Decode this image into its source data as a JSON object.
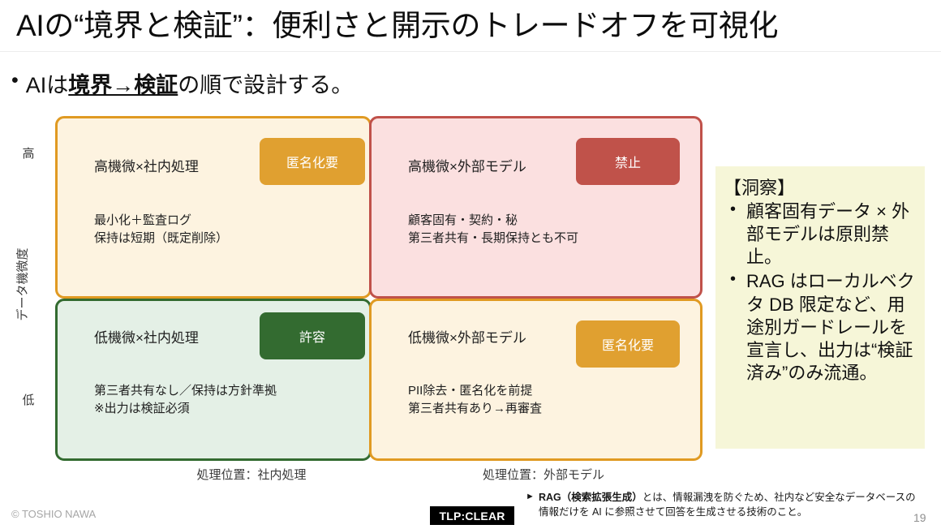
{
  "slide": {
    "title": "AIの“境界と検証”：便利さと開示のトレードオフを可視化",
    "page_number": "19"
  },
  "subtitle": {
    "bullet_glyph": "•",
    "prefix": "AIは",
    "emphasis": "境界→検証",
    "suffix": "の順で設計する。"
  },
  "axes": {
    "y_high": "高",
    "y_low": "低",
    "y_title": "データ機微度",
    "x_left": "処理位置：社内処理",
    "x_right": "処理位置：外部モデル"
  },
  "quadrants": [
    {
      "id": "top-left",
      "title": "高機微×社内処理",
      "description": "最小化＋監査ログ\n保持は短期（既定削除）",
      "badge_label": "匿名化要",
      "badge_color": "#e0a030",
      "border_color": "#e09a22",
      "fill_color": "#fdf3e0"
    },
    {
      "id": "top-right",
      "title": "高機微×外部モデル",
      "description": "顧客固有・契約・秘\n第三者共有・長期保持とも不可",
      "badge_label": "禁止",
      "badge_color": "#c0524a",
      "border_color": "#c0514a",
      "fill_color": "#fbe0e0"
    },
    {
      "id": "bottom-left",
      "title": "低機微×社内処理",
      "description": "第三者共有なし／保持は方針準拠\n※出力は検証必須",
      "badge_label": "許容",
      "badge_color": "#336b30",
      "border_color": "#336b30",
      "fill_color": "#e4f0e6"
    },
    {
      "id": "bottom-right",
      "title": "低機微×外部モデル",
      "description": "PII除去・匿名化を前提\n第三者共有あり→再審査",
      "badge_label": "匿名化要",
      "badge_color": "#e0a030",
      "border_color": "#e09a22",
      "fill_color": "#fdf3e0"
    }
  ],
  "insight": {
    "heading": "【洞察】",
    "items": [
      "顧客固有データ × 外部モデルは原則禁止。",
      "RAG はローカルベクタ DB 限定など、用途別ガードレールを宣言し、出力は“検証済み”のみ流通。"
    ],
    "background_color": "#f6f6d8"
  },
  "footnote": {
    "marker": "►",
    "term": "RAG（検索拡張生成）",
    "body": "とは、情報漏洩を防ぐため、社内など安全なデータベースの情報だけを AI に参照させて回答を生成させる技術のこと。"
  },
  "footer": {
    "copyright": "© TOSHIO NAWA",
    "tlp_label": "TLP:CLEAR"
  }
}
